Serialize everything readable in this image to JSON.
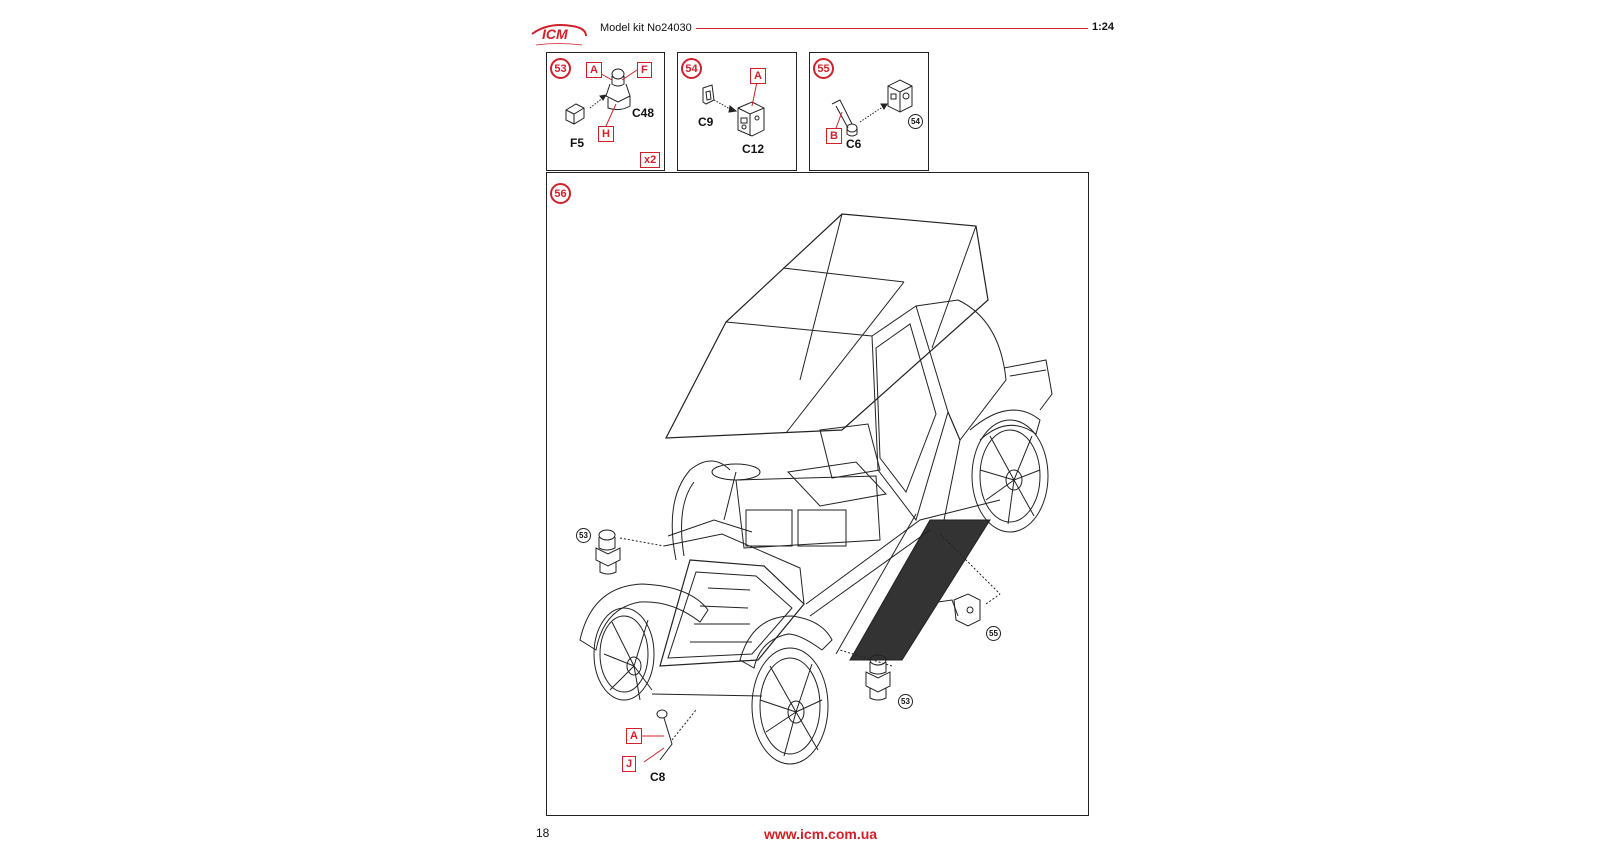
{
  "header": {
    "brand": "ICM",
    "model_label": "Model kit No24030",
    "scale": "1:24",
    "accent_color": "#d0202a"
  },
  "steps": [
    {
      "number": "53",
      "parts": [
        "F5",
        "C48"
      ],
      "color_codes": [
        "A",
        "F",
        "H"
      ],
      "multiplier": "x2"
    },
    {
      "number": "54",
      "parts": [
        "C9",
        "C12"
      ],
      "color_codes": [
        "A"
      ]
    },
    {
      "number": "55",
      "parts": [
        "C6"
      ],
      "color_codes": [
        "B"
      ],
      "ref_step": "54"
    },
    {
      "number": "56",
      "parts": [
        "C8"
      ],
      "color_codes": [
        "A",
        "J"
      ],
      "ref_steps": [
        "53",
        "55",
        "53"
      ]
    }
  ],
  "footer": {
    "page_number": "18",
    "website": "www.icm.com.ua"
  }
}
